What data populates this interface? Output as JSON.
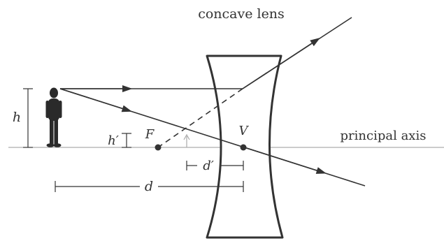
{
  "title": "concave lens",
  "axis_label": "principal axis",
  "labels": {
    "focal_point": "F",
    "vertex": "V",
    "object_height": "h",
    "image_height": "h′",
    "image_distance": "d′",
    "object_distance": "d"
  },
  "colors": {
    "ink": "#333333",
    "axis": "#999999",
    "image_arrow": "#aaaaaa",
    "background": "#ffffff"
  }
}
